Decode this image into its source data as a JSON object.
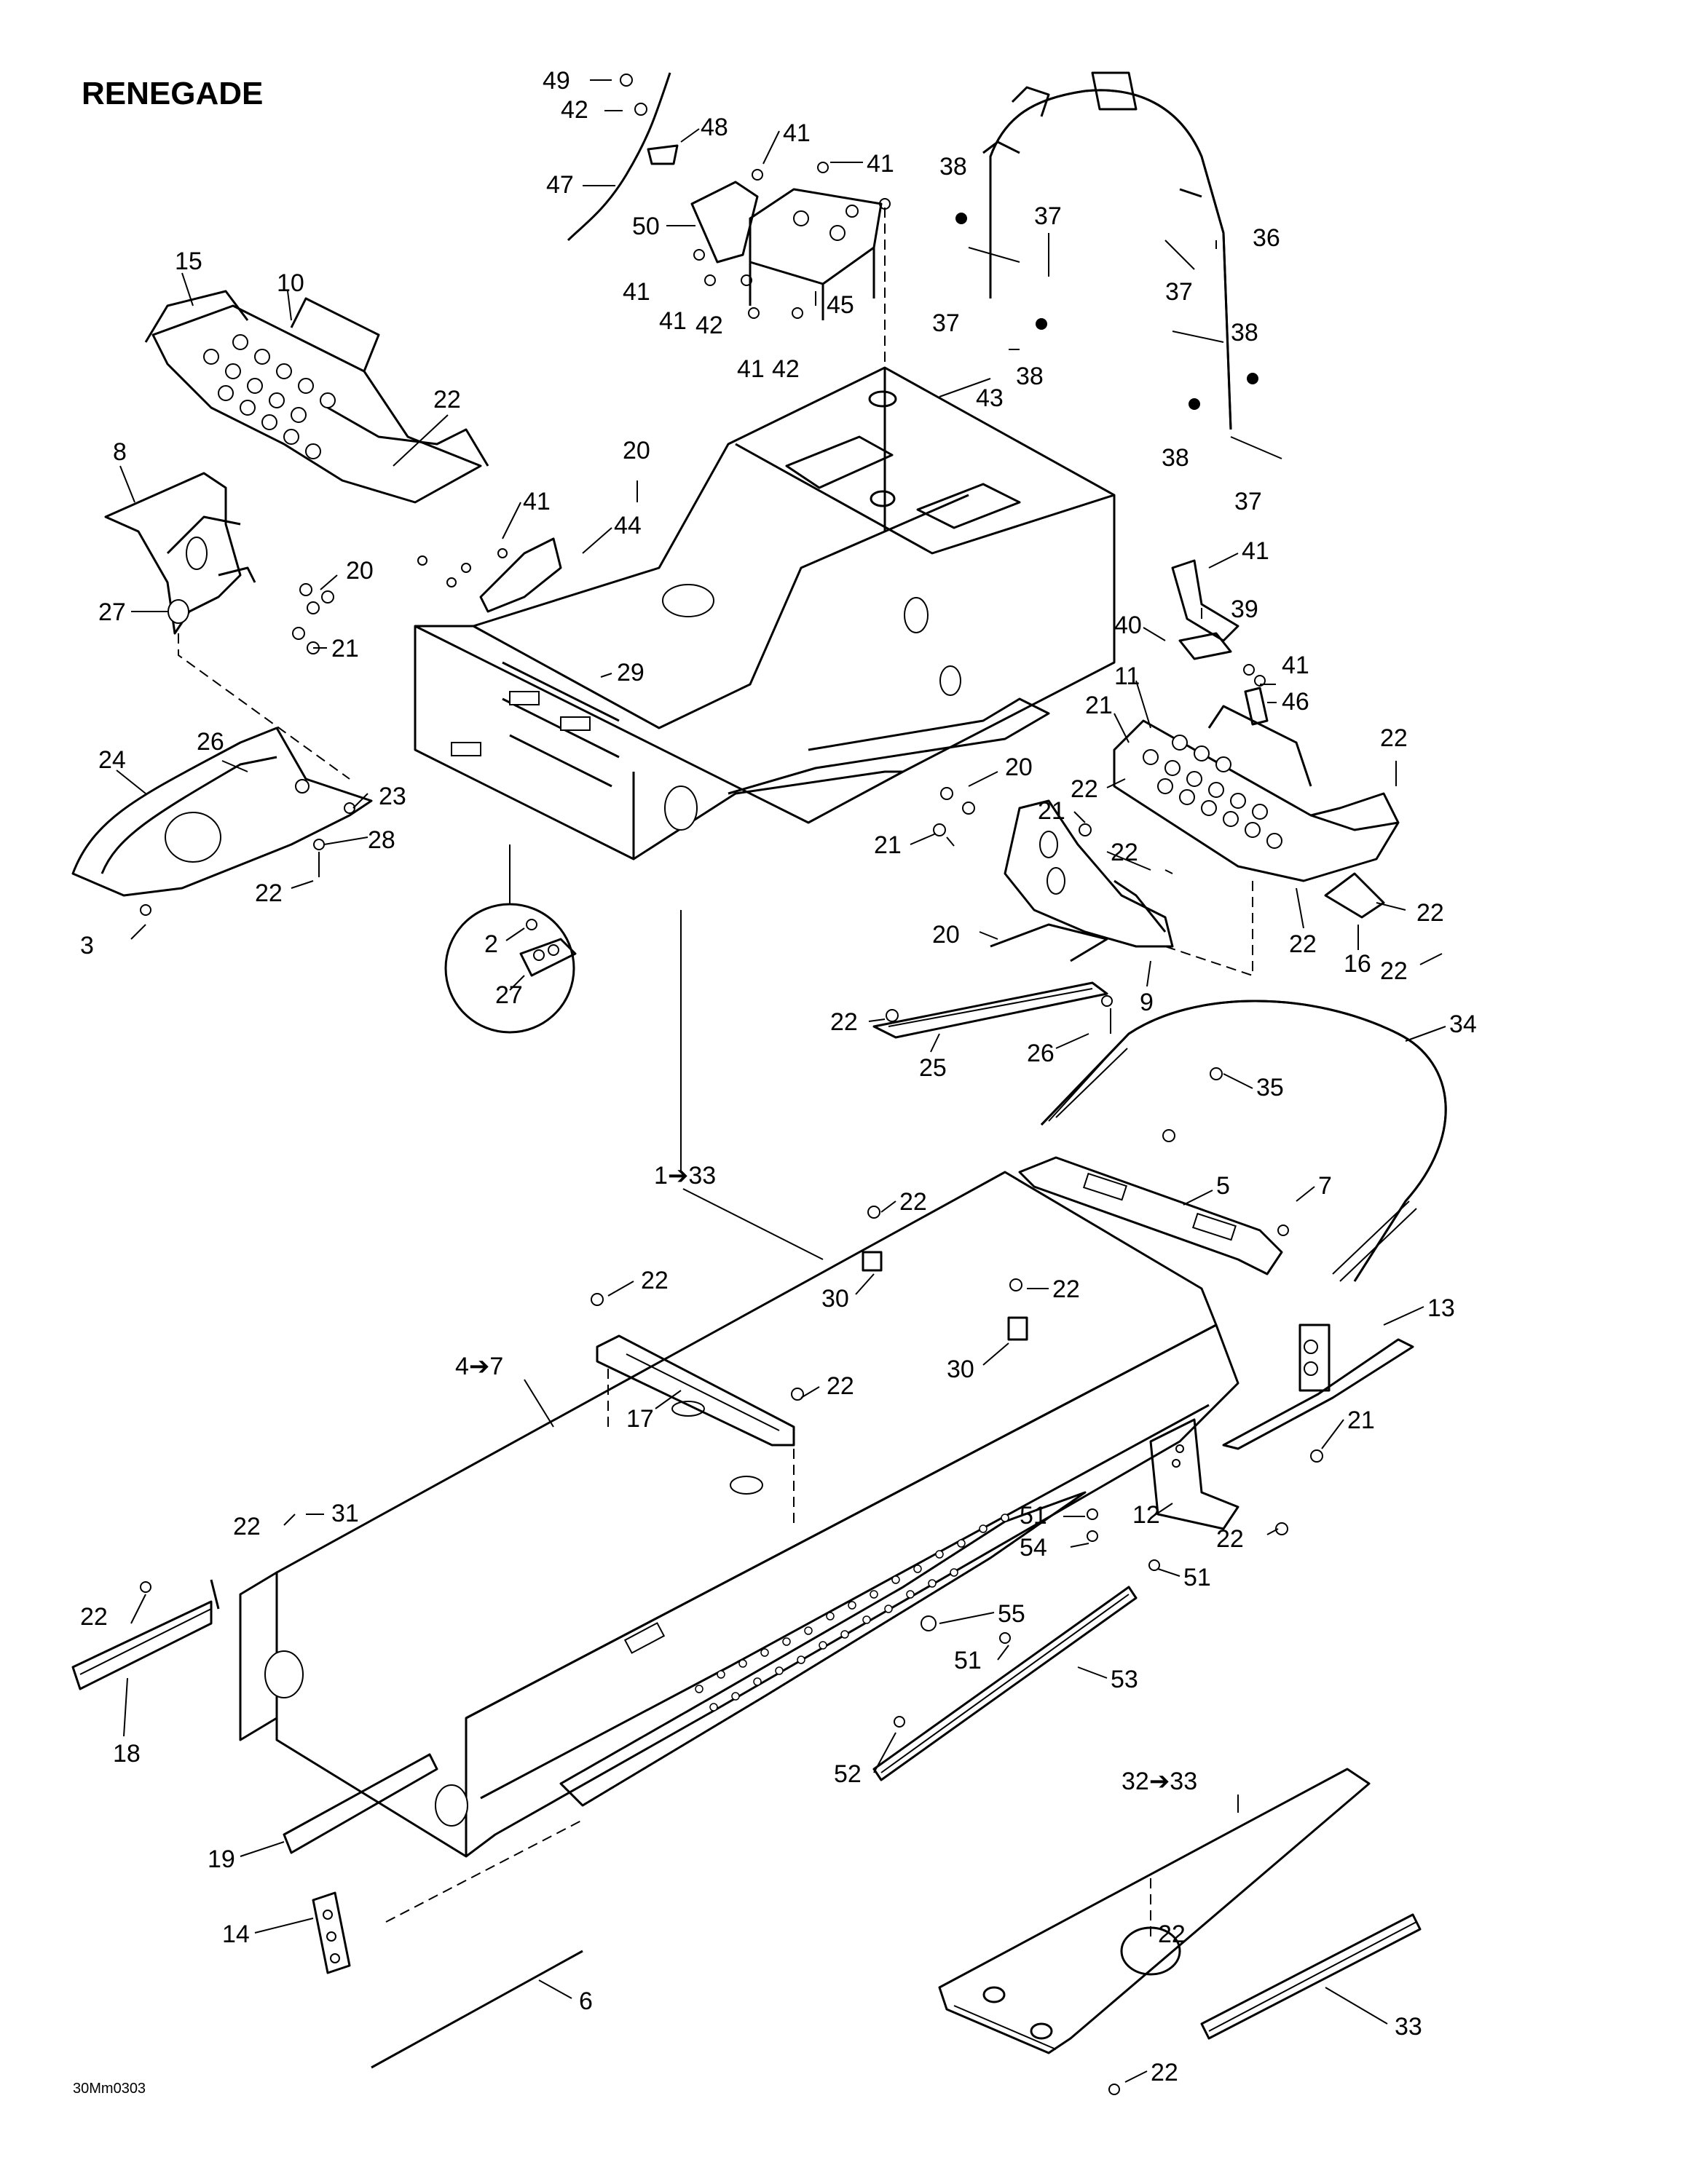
{
  "title": "RENEGADE",
  "figure_code": "30Mm0303",
  "callouts": [
    {
      "id": "c49",
      "label": "49"
    },
    {
      "id": "c42a",
      "label": "42"
    },
    {
      "id": "c48",
      "label": "48"
    },
    {
      "id": "c41a",
      "label": "41"
    },
    {
      "id": "c41b",
      "label": "41"
    },
    {
      "id": "c47",
      "label": "47"
    },
    {
      "id": "c50",
      "label": "50"
    },
    {
      "id": "c41c",
      "label": "41"
    },
    {
      "id": "c41d",
      "label": "41"
    },
    {
      "id": "c42b",
      "label": "42"
    },
    {
      "id": "c45",
      "label": "45"
    },
    {
      "id": "c41e",
      "label": "41"
    },
    {
      "id": "c42c",
      "label": "42"
    },
    {
      "id": "c43",
      "label": "43"
    },
    {
      "id": "c38a",
      "label": "38"
    },
    {
      "id": "c37a",
      "label": "37"
    },
    {
      "id": "c36",
      "label": "36"
    },
    {
      "id": "c37b",
      "label": "37"
    },
    {
      "id": "c38b",
      "label": "38"
    },
    {
      "id": "c37c",
      "label": "37"
    },
    {
      "id": "c38c",
      "label": "38"
    },
    {
      "id": "c38d",
      "label": "38"
    },
    {
      "id": "c37d",
      "label": "37"
    },
    {
      "id": "c15",
      "label": "15"
    },
    {
      "id": "c10",
      "label": "10"
    },
    {
      "id": "c22a",
      "label": "22"
    },
    {
      "id": "c8",
      "label": "8"
    },
    {
      "id": "c20a",
      "label": "20"
    },
    {
      "id": "c41f",
      "label": "41"
    },
    {
      "id": "c44",
      "label": "44"
    },
    {
      "id": "c20b",
      "label": "20"
    },
    {
      "id": "c27a",
      "label": "27"
    },
    {
      "id": "c21a",
      "label": "21"
    },
    {
      "id": "c29",
      "label": "29"
    },
    {
      "id": "c41g",
      "label": "41"
    },
    {
      "id": "c39",
      "label": "39"
    },
    {
      "id": "c40",
      "label": "40"
    },
    {
      "id": "c41h",
      "label": "41"
    },
    {
      "id": "c46",
      "label": "46"
    },
    {
      "id": "c11",
      "label": "11"
    },
    {
      "id": "c21b",
      "label": "21"
    },
    {
      "id": "c22b",
      "label": "22"
    },
    {
      "id": "c22c",
      "label": "22"
    },
    {
      "id": "c20c",
      "label": "20"
    },
    {
      "id": "c21c",
      "label": "21"
    },
    {
      "id": "c23",
      "label": "23"
    },
    {
      "id": "c24",
      "label": "24"
    },
    {
      "id": "c28",
      "label": "28"
    },
    {
      "id": "c26a",
      "label": "26"
    },
    {
      "id": "c22d",
      "label": "22"
    },
    {
      "id": "c3",
      "label": "3"
    },
    {
      "id": "c2",
      "label": "2"
    },
    {
      "id": "c27b",
      "label": "27"
    },
    {
      "id": "c21d",
      "label": "21"
    },
    {
      "id": "c22e",
      "label": "22"
    },
    {
      "id": "c20d",
      "label": "20"
    },
    {
      "id": "c22f",
      "label": "22"
    },
    {
      "id": "c22g",
      "label": "22"
    },
    {
      "id": "c16",
      "label": "16"
    },
    {
      "id": "c22h",
      "label": "22"
    },
    {
      "id": "c9",
      "label": "9"
    },
    {
      "id": "c22i",
      "label": "22"
    },
    {
      "id": "c25",
      "label": "25"
    },
    {
      "id": "c26b",
      "label": "26"
    },
    {
      "id": "c34",
      "label": "34"
    },
    {
      "id": "c35",
      "label": "35"
    },
    {
      "id": "c1to33",
      "label": "1➔33"
    },
    {
      "id": "c22j",
      "label": "22"
    },
    {
      "id": "c5",
      "label": "5"
    },
    {
      "id": "c7",
      "label": "7"
    },
    {
      "id": "c30a",
      "label": "30"
    },
    {
      "id": "c22k",
      "label": "22"
    },
    {
      "id": "c22l",
      "label": "22"
    },
    {
      "id": "c30b",
      "label": "30"
    },
    {
      "id": "c13",
      "label": "13"
    },
    {
      "id": "c4to7",
      "label": "4➔7"
    },
    {
      "id": "c17",
      "label": "17"
    },
    {
      "id": "c22m",
      "label": "22"
    },
    {
      "id": "c21e",
      "label": "21"
    },
    {
      "id": "c22n",
      "label": "22"
    },
    {
      "id": "c31",
      "label": "31"
    },
    {
      "id": "c12",
      "label": "12"
    },
    {
      "id": "c51a",
      "label": "51"
    },
    {
      "id": "c54",
      "label": "54"
    },
    {
      "id": "c22o",
      "label": "22"
    },
    {
      "id": "c51b",
      "label": "51"
    },
    {
      "id": "c22p",
      "label": "22"
    },
    {
      "id": "c55",
      "label": "55"
    },
    {
      "id": "c51c",
      "label": "51"
    },
    {
      "id": "c53",
      "label": "53"
    },
    {
      "id": "c18",
      "label": "18"
    },
    {
      "id": "c52",
      "label": "52"
    },
    {
      "id": "c32to33",
      "label": "32➔33"
    },
    {
      "id": "c19",
      "label": "19"
    },
    {
      "id": "c22q",
      "label": "22"
    },
    {
      "id": "c14",
      "label": "14"
    },
    {
      "id": "c6",
      "label": "6"
    },
    {
      "id": "c33",
      "label": "33"
    },
    {
      "id": "c22r",
      "label": "22"
    }
  ]
}
